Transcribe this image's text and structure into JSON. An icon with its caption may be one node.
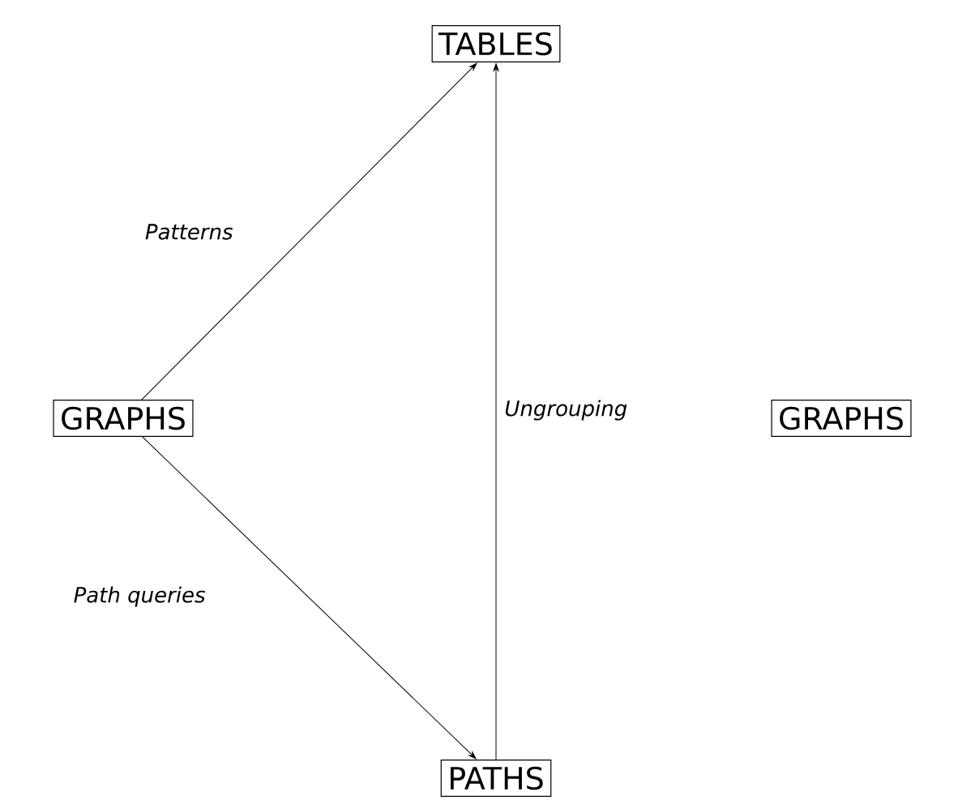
{
  "diagram": {
    "nodes": [
      {
        "text": [
          "TABLES"
        ]
      },
      {
        "text": [
          "GRAPHS"
        ]
      },
      {
        "text": [
          "GRAPHS"
        ]
      },
      {
        "text": [
          "PATHS"
        ]
      }
    ],
    "edges": [
      {
        "from": 1,
        "to": 0,
        "arrow": "to",
        "label": "Patterns"
      },
      {
        "from": 1,
        "to": 3,
        "arrow": "to",
        "label": "Path queries"
      },
      {
        "from": 3,
        "to": 0,
        "arrow": "to",
        "label": "Ungrouping"
      }
    ]
  }
}
